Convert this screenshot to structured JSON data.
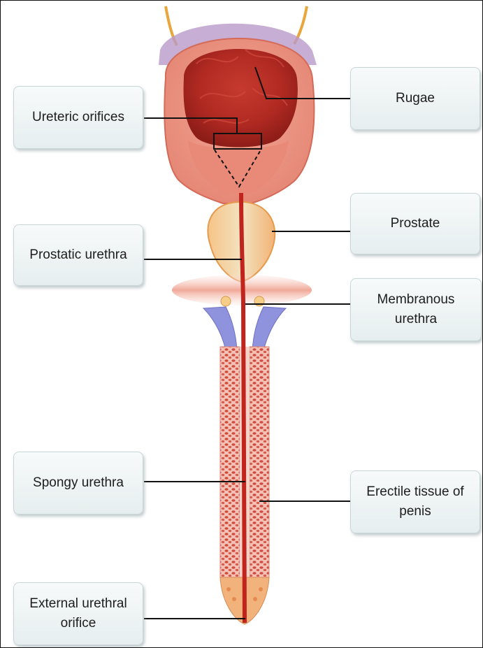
{
  "diagram": {
    "labels": {
      "rugae": "Rugae",
      "ureteric_orifices": "Ureteric orifices",
      "prostate": "Prostate",
      "prostatic_urethra": "Prostatic urethra",
      "membranous_urethra": "Membranous urethra",
      "spongy_urethra": "Spongy urethra",
      "erectile_tissue": "Erectile tissue of\npenis",
      "external_urethral_orifice": "External urethral\norifice"
    }
  }
}
